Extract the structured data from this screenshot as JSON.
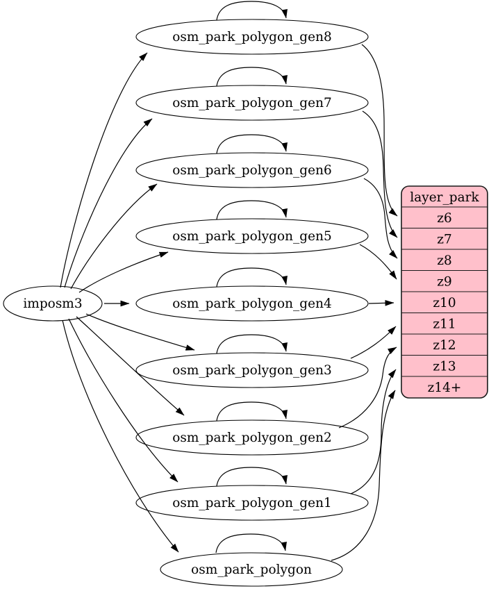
{
  "diagram": {
    "kind": "dependency-graph",
    "colors": {
      "background": "#ffffff",
      "node_fill": "#ffffff",
      "stroke": "#000000",
      "table_fill": "#ffc0cb",
      "text": "#000000"
    },
    "source": {
      "label": "imposm3"
    },
    "nodes": [
      {
        "label": "osm_park_polygon_gen8"
      },
      {
        "label": "osm_park_polygon_gen7"
      },
      {
        "label": "osm_park_polygon_gen6"
      },
      {
        "label": "osm_park_polygon_gen5"
      },
      {
        "label": "osm_park_polygon_gen4"
      },
      {
        "label": "osm_park_polygon_gen3"
      },
      {
        "label": "osm_park_polygon_gen2"
      },
      {
        "label": "osm_park_polygon_gen1"
      },
      {
        "label": "osm_park_polygon"
      }
    ],
    "table": {
      "header": "layer_park",
      "rows": [
        "z6",
        "z7",
        "z8",
        "z9",
        "z10",
        "z11",
        "z12",
        "z13",
        "z14+"
      ]
    },
    "edges": {
      "from_source_to": [
        "osm_park_polygon_gen8",
        "osm_park_polygon_gen7",
        "osm_park_polygon_gen6",
        "osm_park_polygon_gen5",
        "osm_park_polygon_gen4",
        "osm_park_polygon_gen3",
        "osm_park_polygon_gen2",
        "osm_park_polygon_gen1",
        "osm_park_polygon"
      ],
      "self_loops": [
        "osm_park_polygon_gen8",
        "osm_park_polygon_gen7",
        "osm_park_polygon_gen6",
        "osm_park_polygon_gen5",
        "osm_park_polygon_gen4",
        "osm_park_polygon_gen3",
        "osm_park_polygon_gen2",
        "osm_park_polygon_gen1",
        "osm_park_polygon"
      ],
      "node_to_row": [
        {
          "from": "osm_park_polygon_gen8",
          "to": "z6"
        },
        {
          "from": "osm_park_polygon_gen7",
          "to": "z7"
        },
        {
          "from": "osm_park_polygon_gen6",
          "to": "z8"
        },
        {
          "from": "osm_park_polygon_gen5",
          "to": "z9"
        },
        {
          "from": "osm_park_polygon_gen4",
          "to": "z10"
        },
        {
          "from": "osm_park_polygon_gen3",
          "to": "z11"
        },
        {
          "from": "osm_park_polygon_gen2",
          "to": "z12"
        },
        {
          "from": "osm_park_polygon_gen1",
          "to": "z13"
        },
        {
          "from": "osm_park_polygon",
          "to": "z14+"
        }
      ]
    }
  }
}
